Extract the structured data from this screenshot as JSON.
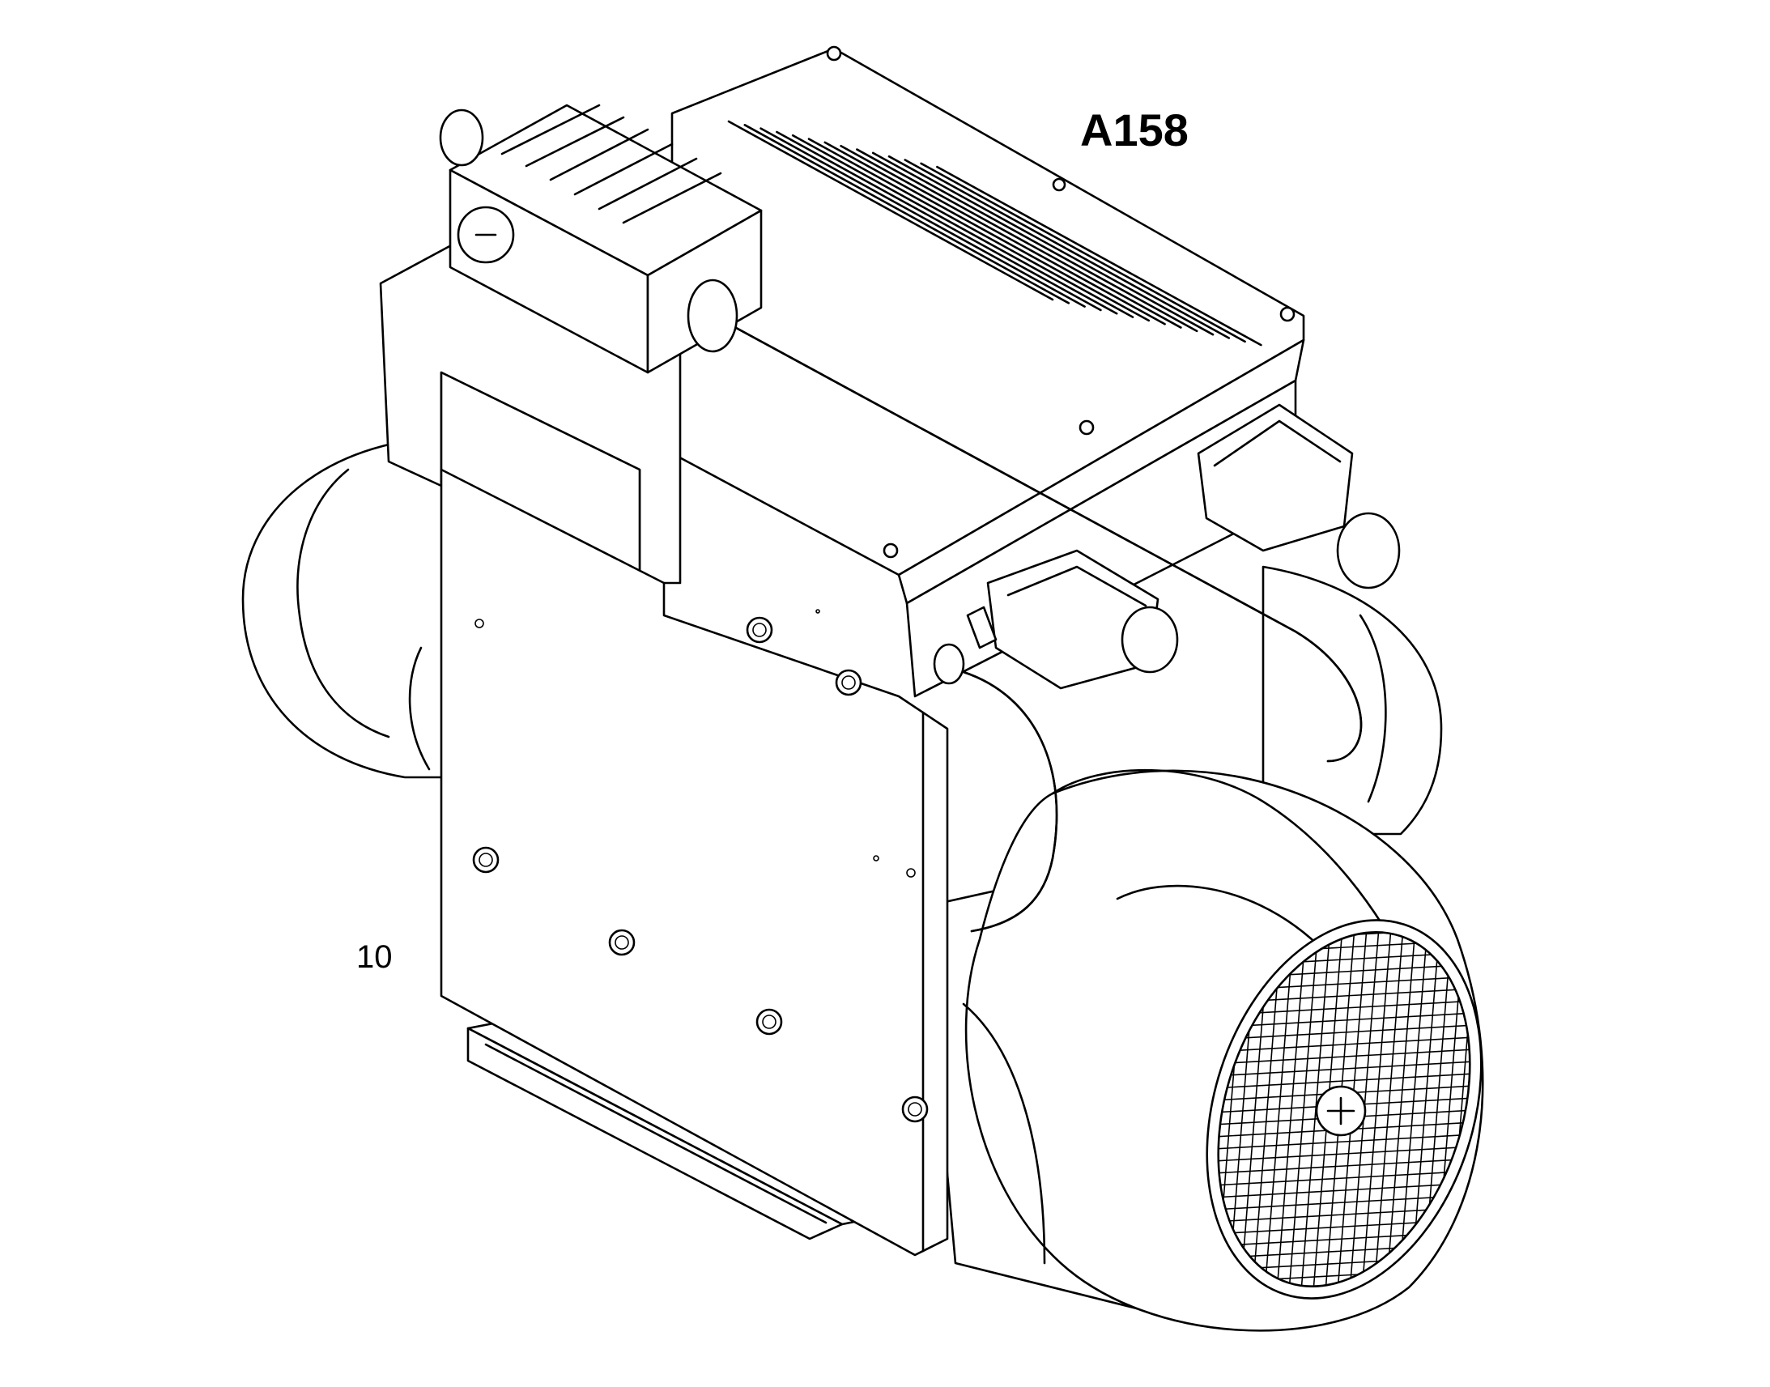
{
  "labels": {
    "top": "A158",
    "side": "10"
  },
  "colors": {
    "line": "#000000",
    "background": "#ffffff"
  },
  "components": [
    "control-unit-heatsink",
    "terminal-box",
    "cable-conduit",
    "connector-plugs",
    "mounting-plate",
    "base-rail",
    "motor-body",
    "fan-cowl-grille",
    "rear-pump-housing"
  ]
}
